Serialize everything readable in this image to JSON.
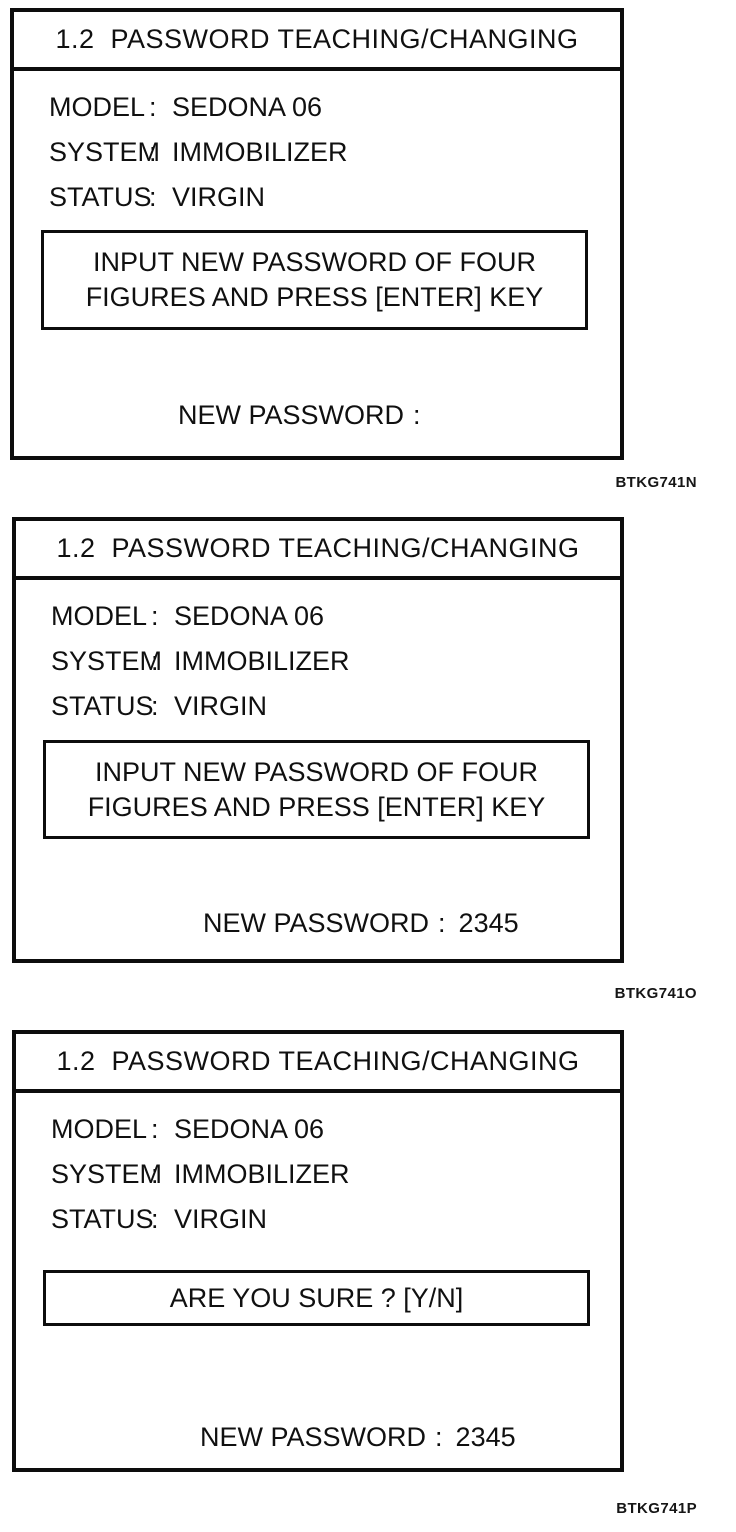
{
  "colors": {
    "ink": "#0d0d0d",
    "paper": "#ffffff"
  },
  "panels": [
    {
      "title": "1.2  PASSWORD TEACHING/CHANGING",
      "info_rows": [
        {
          "label": "MODEL",
          "separator": ":",
          "value": "SEDONA 06"
        },
        {
          "label": "SYSTEM",
          "separator": ":",
          "value": "IMMOBILIZER"
        },
        {
          "label": "STATUS",
          "separator": ":",
          "value": "VIRGIN"
        }
      ],
      "message_lines": [
        "INPUT NEW PASSWORD OF FOUR",
        "FIGURES AND PRESS [ENTER] KEY"
      ],
      "password": {
        "label": "NEW PASSWORD",
        "separator": ":",
        "value": ""
      },
      "caption": "BTKG741N"
    },
    {
      "title": "1.2  PASSWORD TEACHING/CHANGING",
      "info_rows": [
        {
          "label": "MODEL",
          "separator": ":",
          "value": "SEDONA 06"
        },
        {
          "label": "SYSTEM",
          "separator": ":",
          "value": "IMMOBILIZER"
        },
        {
          "label": "STATUS",
          "separator": ":",
          "value": "VIRGIN"
        }
      ],
      "message_lines": [
        "INPUT NEW PASSWORD OF FOUR",
        "FIGURES AND PRESS [ENTER] KEY"
      ],
      "password": {
        "label": "NEW PASSWORD",
        "separator": ":",
        "value": "2345"
      },
      "caption": "BTKG741O"
    },
    {
      "title": "1.2  PASSWORD TEACHING/CHANGING",
      "info_rows": [
        {
          "label": "MODEL",
          "separator": ":",
          "value": "SEDONA 06"
        },
        {
          "label": "SYSTEM",
          "separator": ":",
          "value": "IMMOBILIZER"
        },
        {
          "label": "STATUS",
          "separator": ":",
          "value": "VIRGIN"
        }
      ],
      "message_lines": [
        "ARE YOU SURE ? [Y/N]"
      ],
      "password": {
        "label": "NEW PASSWORD",
        "separator": ":",
        "value": "2345"
      },
      "caption": "BTKG741P"
    }
  ]
}
